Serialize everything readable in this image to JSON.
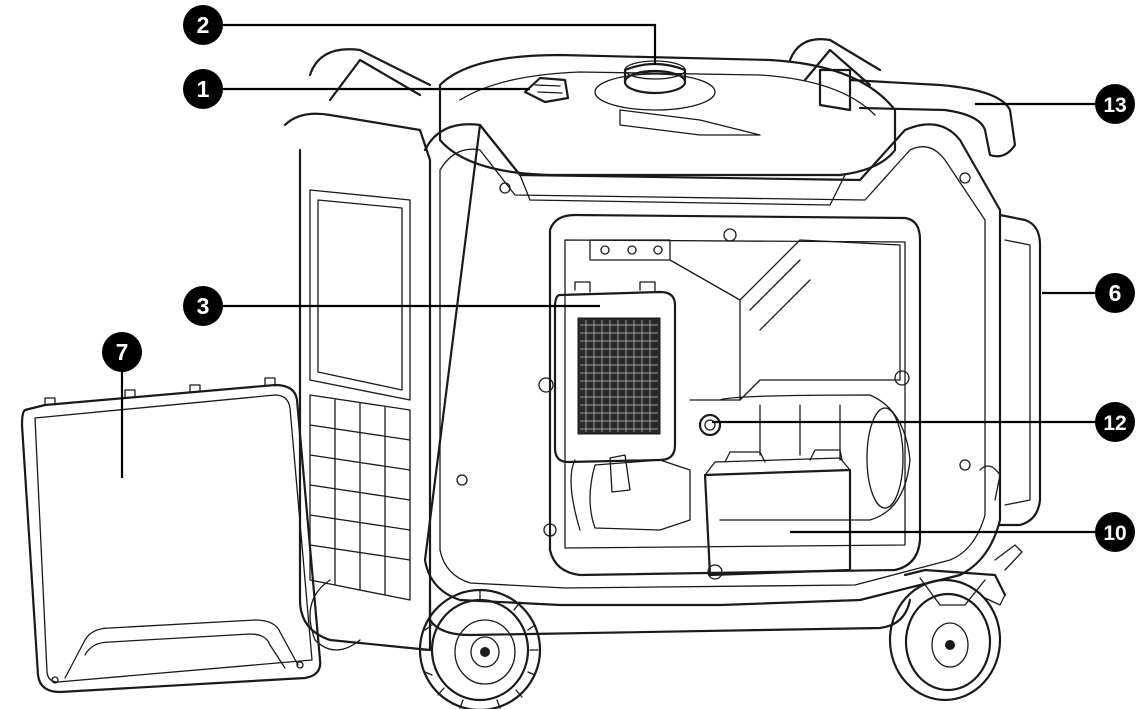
{
  "diagram": {
    "callouts": [
      {
        "id": "c1",
        "number": "1"
      },
      {
        "id": "c2",
        "number": "2"
      },
      {
        "id": "c3",
        "number": "3"
      },
      {
        "id": "c6",
        "number": "6"
      },
      {
        "id": "c7",
        "number": "7"
      },
      {
        "id": "c10",
        "number": "10"
      },
      {
        "id": "c12",
        "number": "12"
      },
      {
        "id": "c13",
        "number": "13"
      }
    ],
    "colors": {
      "line": "#1a1a1a",
      "callout_fill": "#000000",
      "callout_text": "#ffffff",
      "background": "#ffffff"
    }
  }
}
